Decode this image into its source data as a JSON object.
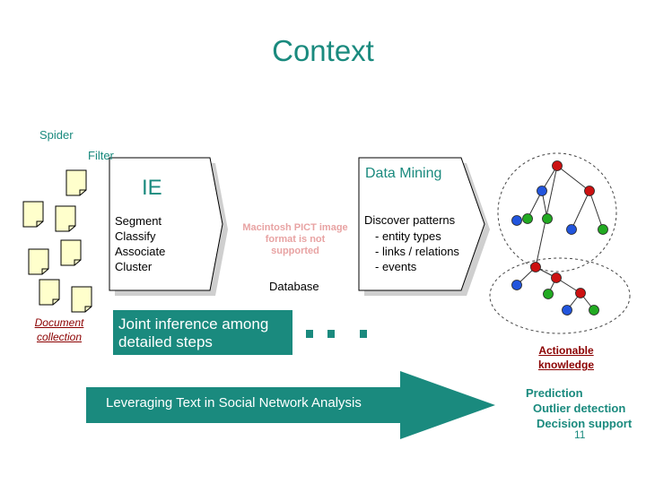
{
  "title": "Context",
  "labels": {
    "spider": "Spider",
    "filter": "Filter",
    "document_collection": "Document collection",
    "ie": "IE",
    "data_mining": "Data Mining",
    "database": "Database",
    "actionable_knowledge": "Actionable knowledge"
  },
  "ie_steps": [
    "Segment",
    "Classify",
    "Associate",
    "Cluster"
  ],
  "placeholder_image_text": "Macintosh PICT image format is not supported",
  "discover": {
    "title": "Discover patterns",
    "items": [
      "- entity types",
      "- links / relations",
      "- events"
    ]
  },
  "joint_inference": "Joint inference among detailed steps",
  "banner": "Leveraging Text in Social Network Analysis",
  "outcomes": [
    "Prediction",
    "Outlier detection",
    "Decision support"
  ],
  "page_number": "11",
  "colors": {
    "accent": "#1a8a7e",
    "doc_fill": "#ffffcc",
    "node_red": "#cc1111",
    "node_green": "#22aa22",
    "node_blue": "#2255dd",
    "label_dark_red": "#8b0000"
  }
}
